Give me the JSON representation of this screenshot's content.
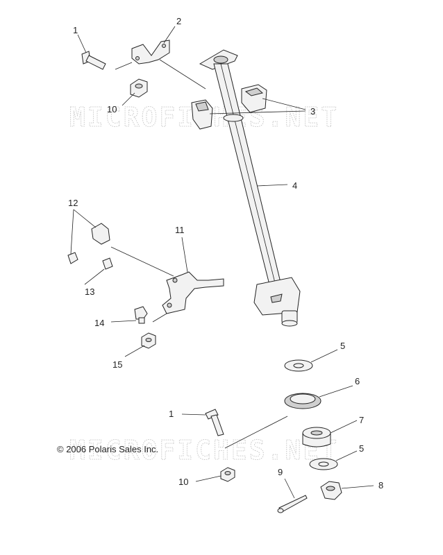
{
  "watermark": {
    "text_upper": "MICROFICHES.NET",
    "text_lower": "MICROFICHES.NET"
  },
  "copyright": "© 2006 Polaris Sales Inc.",
  "callouts": {
    "c1_top": "1",
    "c2": "2",
    "c3": "3",
    "c4": "4",
    "c5_top": "5",
    "c5_bottom": "5",
    "c6": "6",
    "c7": "7",
    "c8": "8",
    "c9": "9",
    "c10_top": "10",
    "c10_bottom": "10",
    "c11": "11",
    "c12": "12",
    "c13": "13",
    "c14": "14",
    "c15": "15",
    "c1_bottom": "1"
  }
}
